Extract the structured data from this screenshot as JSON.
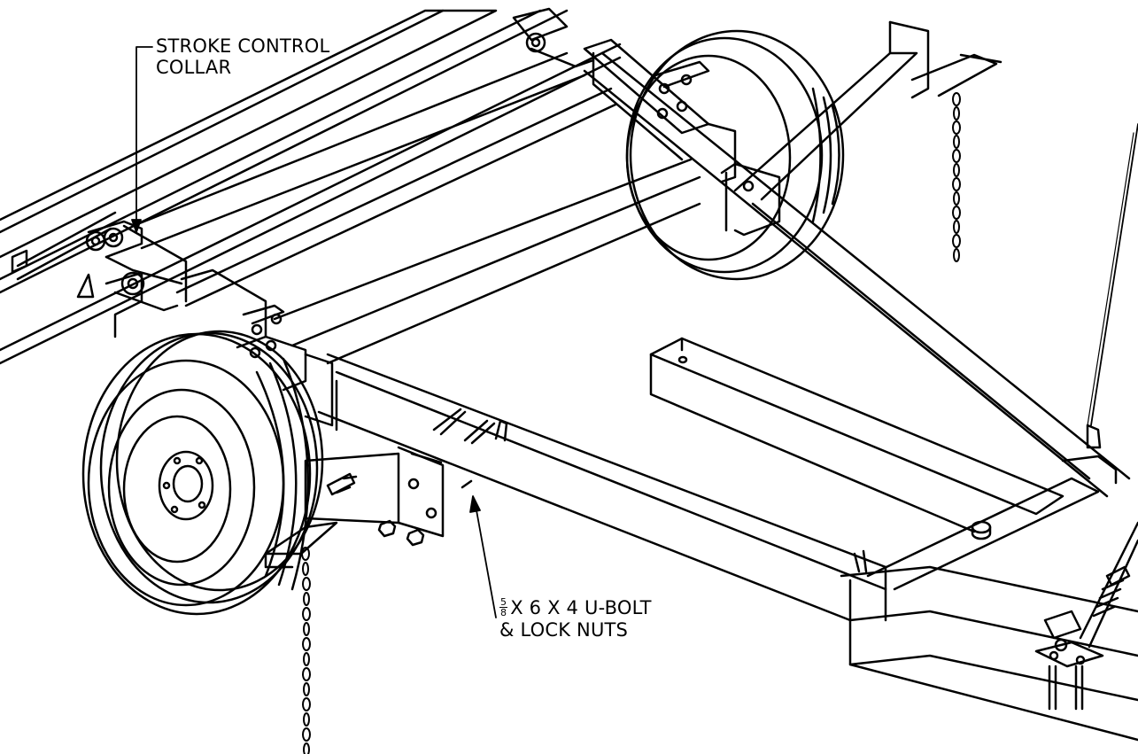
{
  "callouts": {
    "stroke_control": {
      "line1": "STROKE CONTROL",
      "line2": "COLLAR"
    },
    "ubolt": {
      "fraction_numerator": "5",
      "fraction_denominator": "8",
      "line1_rest": "X 6 X 4 U-BOLT",
      "line2": "& LOCK NUTS"
    }
  },
  "colors": {
    "ink": "#000000",
    "paper": "#ffffff"
  }
}
